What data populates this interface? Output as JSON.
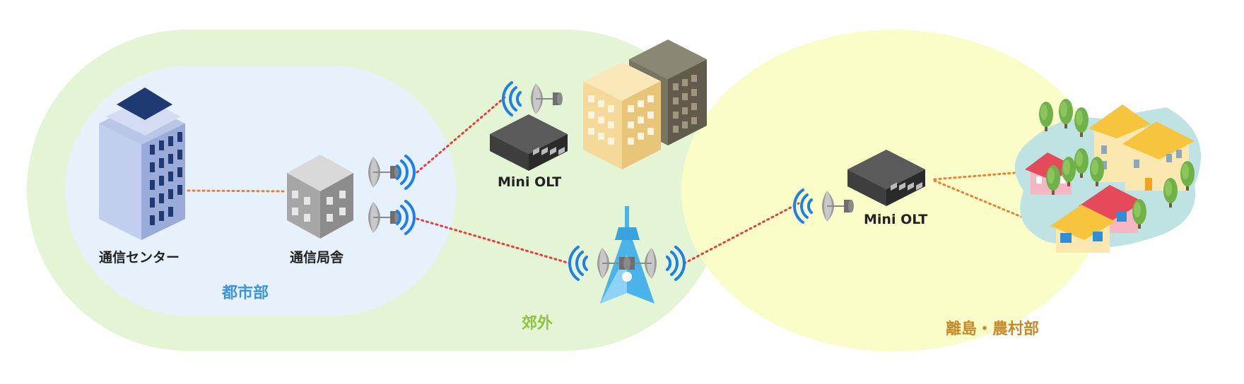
{
  "zones": {
    "urban": "都市部",
    "suburb": "郊外",
    "remote": "離島・農村部"
  },
  "nodes": {
    "center": "通信センター",
    "office": "通信局舎",
    "mini_olt_1": "Mini OLT",
    "mini_olt_2": "Mini OLT"
  },
  "colors": {
    "suburb_zone": "#e3f5d4",
    "urban_zone": "#e6f1fc",
    "remote_zone": "#fbfdc8",
    "urban_text": "#3a95e0",
    "suburb_text": "#8dc43f",
    "remote_text": "#c78a2a",
    "wire_link": "#f07d2c",
    "wireless_link": "#e63c3c",
    "wave": "#1e7fe8",
    "tower": "#4ab3ea"
  },
  "icons": [
    "office-building-icon",
    "telecom-office-icon",
    "antenna-dish-icon",
    "wireless-wave-icon",
    "mini-olt-switch-icon",
    "apartment-building-icon",
    "radio-tower-icon",
    "village-houses-icon",
    "tree-icon"
  ]
}
